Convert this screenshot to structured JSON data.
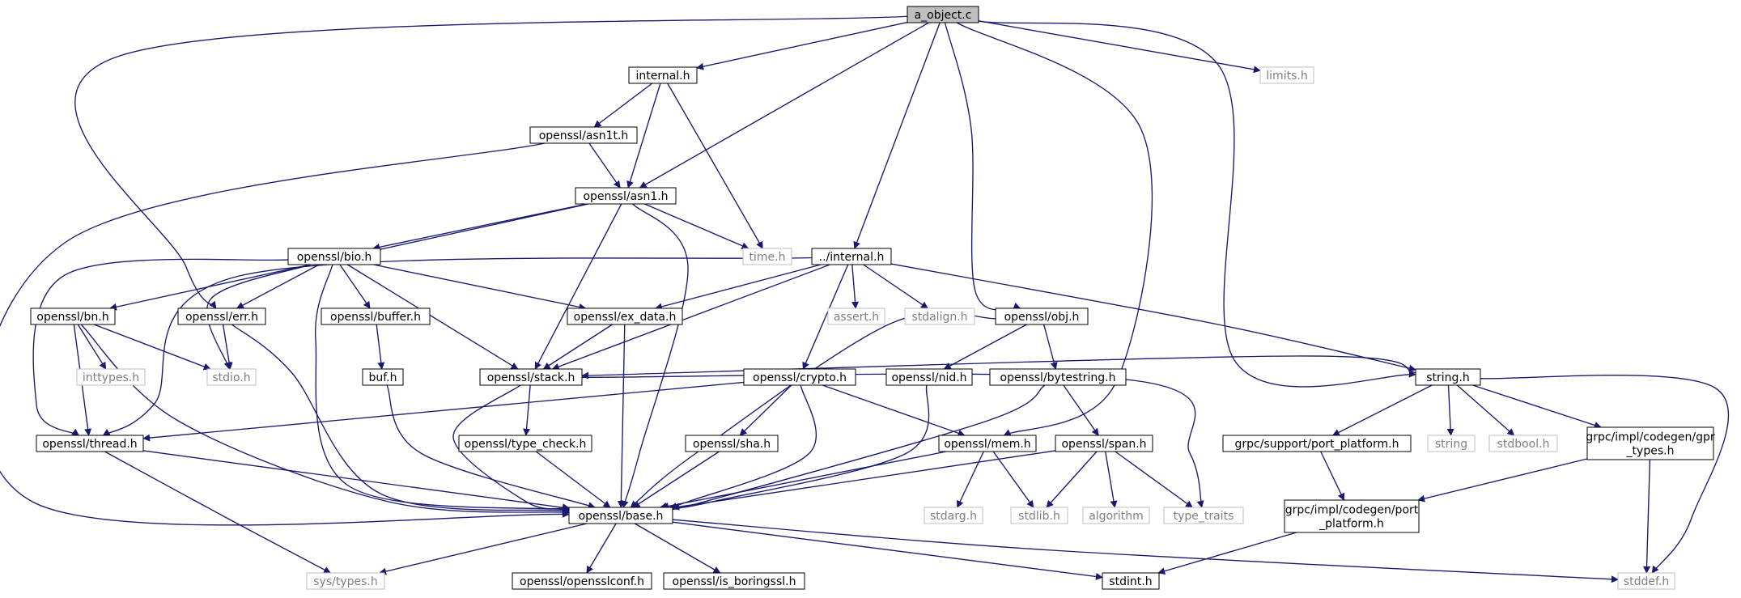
{
  "diagram": {
    "nodes": [
      {
        "id": "a_object_c",
        "lines": [
          "a_object.c"
        ],
        "style": "root"
      },
      {
        "id": "internal_h",
        "lines": [
          "internal.h"
        ],
        "style": "normal"
      },
      {
        "id": "limits_h",
        "lines": [
          "limits.h"
        ],
        "style": "external"
      },
      {
        "id": "openssl_asn1t_h",
        "lines": [
          "openssl/asn1t.h"
        ],
        "style": "normal"
      },
      {
        "id": "openssl_asn1_h",
        "lines": [
          "openssl/asn1.h"
        ],
        "style": "normal"
      },
      {
        "id": "time_h",
        "lines": [
          "time.h"
        ],
        "style": "external"
      },
      {
        "id": "openssl_bio_h",
        "lines": [
          "openssl/bio.h"
        ],
        "style": "normal"
      },
      {
        "id": "dotdot_internal_h",
        "lines": [
          "../internal.h"
        ],
        "style": "normal"
      },
      {
        "id": "openssl_bn_h",
        "lines": [
          "openssl/bn.h"
        ],
        "style": "normal"
      },
      {
        "id": "openssl_err_h",
        "lines": [
          "openssl/err.h"
        ],
        "style": "normal"
      },
      {
        "id": "openssl_buffer_h",
        "lines": [
          "openssl/buffer.h"
        ],
        "style": "normal"
      },
      {
        "id": "openssl_ex_data_h",
        "lines": [
          "openssl/ex_data.h"
        ],
        "style": "normal"
      },
      {
        "id": "assert_h",
        "lines": [
          "assert.h"
        ],
        "style": "external"
      },
      {
        "id": "stdalign_h",
        "lines": [
          "stdalign.h"
        ],
        "style": "external"
      },
      {
        "id": "openssl_obj_h",
        "lines": [
          "openssl/obj.h"
        ],
        "style": "normal"
      },
      {
        "id": "inttypes_h",
        "lines": [
          "inttypes.h"
        ],
        "style": "external"
      },
      {
        "id": "stdio_h",
        "lines": [
          "stdio.h"
        ],
        "style": "external"
      },
      {
        "id": "buf_h",
        "lines": [
          "buf.h"
        ],
        "style": "normal"
      },
      {
        "id": "openssl_stack_h",
        "lines": [
          "openssl/stack.h"
        ],
        "style": "normal"
      },
      {
        "id": "openssl_crypto_h",
        "lines": [
          "openssl/crypto.h"
        ],
        "style": "normal"
      },
      {
        "id": "openssl_nid_h",
        "lines": [
          "openssl/nid.h"
        ],
        "style": "normal"
      },
      {
        "id": "openssl_bytestring_h",
        "lines": [
          "openssl/bytestring.h"
        ],
        "style": "normal"
      },
      {
        "id": "string_h",
        "lines": [
          "string.h"
        ],
        "style": "normal"
      },
      {
        "id": "openssl_thread_h",
        "lines": [
          "openssl/thread.h"
        ],
        "style": "normal"
      },
      {
        "id": "openssl_type_check_h",
        "lines": [
          "openssl/type_check.h"
        ],
        "style": "normal"
      },
      {
        "id": "openssl_sha_h",
        "lines": [
          "openssl/sha.h"
        ],
        "style": "normal"
      },
      {
        "id": "openssl_mem_h",
        "lines": [
          "openssl/mem.h"
        ],
        "style": "normal"
      },
      {
        "id": "openssl_span_h",
        "lines": [
          "openssl/span.h"
        ],
        "style": "normal"
      },
      {
        "id": "grpc_support_port_platform_h",
        "lines": [
          "grpc/support/port_platform.h"
        ],
        "style": "normal"
      },
      {
        "id": "string",
        "lines": [
          "string"
        ],
        "style": "external"
      },
      {
        "id": "stdbool_h",
        "lines": [
          "stdbool.h"
        ],
        "style": "external"
      },
      {
        "id": "grpc_impl_codegen_gpr_types_h",
        "lines": [
          "grpc/impl/codegen/gpr",
          "_types.h"
        ],
        "style": "normal"
      },
      {
        "id": "openssl_base_h",
        "lines": [
          "openssl/base.h"
        ],
        "style": "normal"
      },
      {
        "id": "stdarg_h",
        "lines": [
          "stdarg.h"
        ],
        "style": "external"
      },
      {
        "id": "stdlib_h",
        "lines": [
          "stdlib.h"
        ],
        "style": "external"
      },
      {
        "id": "algorithm",
        "lines": [
          "algorithm"
        ],
        "style": "external"
      },
      {
        "id": "type_traits",
        "lines": [
          "type_traits"
        ],
        "style": "external"
      },
      {
        "id": "grpc_impl_codegen_port_platform_h",
        "lines": [
          "grpc/impl/codegen/port",
          "_platform.h"
        ],
        "style": "normal"
      },
      {
        "id": "sys_types_h",
        "lines": [
          "sys/types.h"
        ],
        "style": "external"
      },
      {
        "id": "openssl_opensslconf_h",
        "lines": [
          "openssl/opensslconf.h"
        ],
        "style": "normal"
      },
      {
        "id": "openssl_is_boringssl_h",
        "lines": [
          "openssl/is_boringssl.h"
        ],
        "style": "normal"
      },
      {
        "id": "stdint_h",
        "lines": [
          "stdint.h"
        ],
        "style": "normal"
      },
      {
        "id": "stddef_h",
        "lines": [
          "stddef.h"
        ],
        "style": "external"
      }
    ],
    "edges": [
      [
        "a_object_c",
        "internal_h"
      ],
      [
        "a_object_c",
        "limits_h"
      ],
      [
        "a_object_c",
        "openssl_asn1_h"
      ],
      [
        "a_object_c",
        "dotdot_internal_h"
      ],
      [
        "a_object_c",
        "openssl_err_h"
      ],
      [
        "a_object_c",
        "openssl_obj_h"
      ],
      [
        "a_object_c",
        "openssl_mem_h"
      ],
      [
        "a_object_c",
        "string_h"
      ],
      [
        "internal_h",
        "openssl_asn1t_h"
      ],
      [
        "internal_h",
        "openssl_asn1_h"
      ],
      [
        "internal_h",
        "time_h"
      ],
      [
        "openssl_asn1t_h",
        "openssl_asn1_h"
      ],
      [
        "openssl_asn1t_h",
        "openssl_base_h"
      ],
      [
        "openssl_asn1_h",
        "time_h"
      ],
      [
        "openssl_asn1_h",
        "openssl_bio_h"
      ],
      [
        "openssl_asn1_h",
        "openssl_bn_h"
      ],
      [
        "openssl_asn1_h",
        "openssl_stack_h"
      ],
      [
        "openssl_asn1_h",
        "openssl_base_h"
      ],
      [
        "openssl_bio_h",
        "openssl_err_h"
      ],
      [
        "openssl_bio_h",
        "openssl_buffer_h"
      ],
      [
        "openssl_bio_h",
        "openssl_ex_data_h"
      ],
      [
        "openssl_bio_h",
        "stdio_h"
      ],
      [
        "openssl_bio_h",
        "openssl_stack_h"
      ],
      [
        "openssl_bio_h",
        "openssl_thread_h"
      ],
      [
        "openssl_bio_h",
        "openssl_base_h"
      ],
      [
        "dotdot_internal_h",
        "openssl_ex_data_h"
      ],
      [
        "dotdot_internal_h",
        "assert_h"
      ],
      [
        "dotdot_internal_h",
        "stdalign_h"
      ],
      [
        "dotdot_internal_h",
        "openssl_stack_h"
      ],
      [
        "dotdot_internal_h",
        "openssl_crypto_h"
      ],
      [
        "dotdot_internal_h",
        "string_h"
      ],
      [
        "dotdot_internal_h",
        "openssl_thread_h"
      ],
      [
        "openssl_bn_h",
        "inttypes_h"
      ],
      [
        "openssl_bn_h",
        "stdio_h"
      ],
      [
        "openssl_bn_h",
        "openssl_thread_h"
      ],
      [
        "openssl_bn_h",
        "openssl_base_h"
      ],
      [
        "openssl_err_h",
        "stdio_h"
      ],
      [
        "openssl_err_h",
        "openssl_base_h"
      ],
      [
        "openssl_buffer_h",
        "buf_h"
      ],
      [
        "buf_h",
        "openssl_base_h"
      ],
      [
        "openssl_ex_data_h",
        "openssl_stack_h"
      ],
      [
        "openssl_ex_data_h",
        "openssl_base_h"
      ],
      [
        "openssl_stack_h",
        "openssl_type_check_h"
      ],
      [
        "openssl_stack_h",
        "openssl_base_h"
      ],
      [
        "openssl_stack_h",
        "type_traits"
      ],
      [
        "openssl_obj_h",
        "openssl_nid_h"
      ],
      [
        "openssl_obj_h",
        "openssl_bytestring_h"
      ],
      [
        "openssl_obj_h",
        "openssl_base_h"
      ],
      [
        "openssl_nid_h",
        "openssl_base_h"
      ],
      [
        "openssl_bytestring_h",
        "openssl_span_h"
      ],
      [
        "openssl_bytestring_h",
        "openssl_base_h"
      ],
      [
        "openssl_crypto_h",
        "openssl_thread_h"
      ],
      [
        "openssl_crypto_h",
        "openssl_sha_h"
      ],
      [
        "openssl_crypto_h",
        "openssl_mem_h"
      ],
      [
        "openssl_crypto_h",
        "openssl_base_h"
      ],
      [
        "openssl_sha_h",
        "openssl_base_h"
      ],
      [
        "openssl_type_check_h",
        "openssl_base_h"
      ],
      [
        "openssl_thread_h",
        "openssl_base_h"
      ],
      [
        "openssl_thread_h",
        "sys_types_h"
      ],
      [
        "openssl_mem_h",
        "openssl_base_h"
      ],
      [
        "openssl_mem_h",
        "stdarg_h"
      ],
      [
        "openssl_mem_h",
        "stdlib_h"
      ],
      [
        "openssl_span_h",
        "openssl_base_h"
      ],
      [
        "openssl_span_h",
        "stdlib_h"
      ],
      [
        "openssl_span_h",
        "algorithm"
      ],
      [
        "openssl_span_h",
        "type_traits"
      ],
      [
        "string_h",
        "grpc_support_port_platform_h"
      ],
      [
        "string_h",
        "string"
      ],
      [
        "string_h",
        "stdbool_h"
      ],
      [
        "string_h",
        "grpc_impl_codegen_gpr_types_h"
      ],
      [
        "string_h",
        "stddef_h"
      ],
      [
        "string_h",
        "openssl_stack_h"
      ],
      [
        "grpc_support_port_platform_h",
        "grpc_impl_codegen_port_platform_h"
      ],
      [
        "grpc_impl_codegen_gpr_types_h",
        "grpc_impl_codegen_port_platform_h"
      ],
      [
        "grpc_impl_codegen_gpr_types_h",
        "stddef_h"
      ],
      [
        "grpc_impl_codegen_port_platform_h",
        "stdint_h"
      ],
      [
        "openssl_base_h",
        "sys_types_h"
      ],
      [
        "openssl_base_h",
        "openssl_opensslconf_h"
      ],
      [
        "openssl_base_h",
        "openssl_is_boringssl_h"
      ],
      [
        "openssl_base_h",
        "stdint_h"
      ],
      [
        "openssl_base_h",
        "stddef_h"
      ]
    ],
    "colors": {
      "edge": "#191970",
      "root_fill": "#bfbfbf",
      "node_border": "#000000",
      "external_border": "#bfbfbf",
      "external_text": "#808080",
      "text": "#000000"
    }
  }
}
